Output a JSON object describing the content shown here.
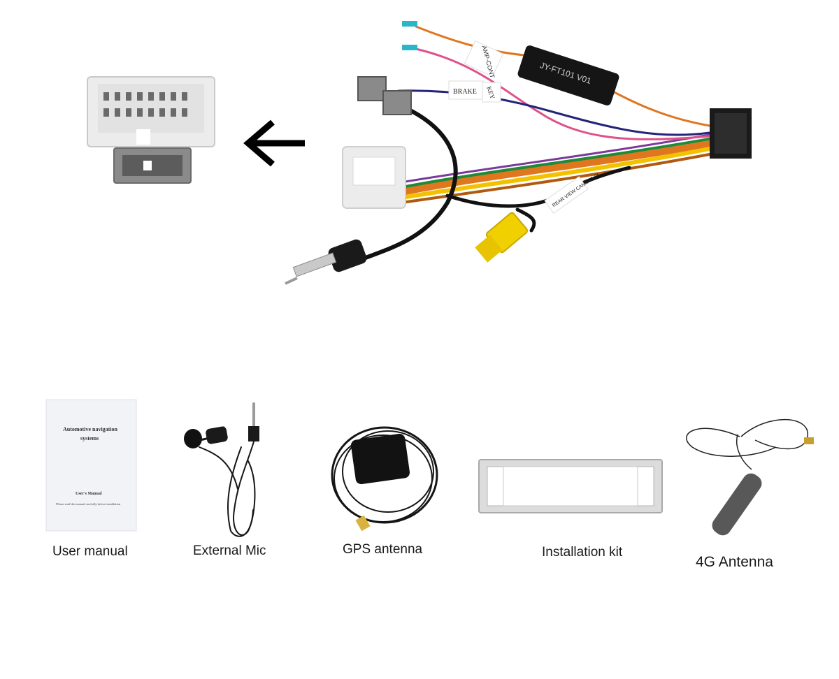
{
  "harness": {
    "labels": {
      "amp": "AMP-CONT",
      "brake": "BRAKE",
      "key": "KEY",
      "module": "JY-FT101 V01",
      "camera": "REAR VIEW CAMERA IN"
    }
  },
  "manual": {
    "title_line1": "Automotive navigation",
    "title_line2": "systems",
    "subtitle": "User's Manual",
    "note": "Please read the manual carefully before installation"
  },
  "items": [
    {
      "caption": "User manual"
    },
    {
      "caption": "External Mic"
    },
    {
      "caption": "GPS antenna"
    },
    {
      "caption": "Installation kit"
    },
    {
      "caption": "4G Antenna"
    }
  ],
  "colors": {
    "background": "#ffffff",
    "connector_white": "#ececec",
    "connector_grey": "#8a8a8a",
    "wire_orange": "#e0761e",
    "wire_pink": "#e0508a",
    "wire_blue": "#23247a",
    "wire_black": "#111111",
    "wire_yellow": "#f2c200",
    "wire_green": "#1f8a3a",
    "rca_yellow": "#f0d000"
  }
}
